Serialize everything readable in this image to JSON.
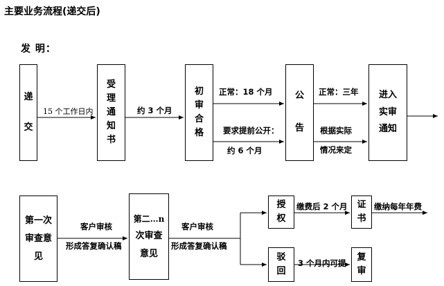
{
  "title": "主要业务流程(递交后)",
  "section": "发 明：",
  "row1": {
    "box_submit": "递交",
    "label_15days": "15 个工作日内",
    "box_accept_notice": "受理通知书",
    "label_3months": "约 3 个月",
    "box_preliminary": "初审合格",
    "label_normal_18": "正常：18 个月",
    "label_early_publish": "要求提前公开：",
    "label_6months": "约 6 个月",
    "box_publish": "公告",
    "label_normal_3years": "正常：三年",
    "label_actual_1": "根据实际",
    "label_actual_2": "情况来定",
    "box_substantive": "进入实审通知"
  },
  "row2": {
    "box_first_review": "第一次审查意见",
    "label_client_review_1": "客户审核",
    "label_form_reply_1": "形成答复确认稿",
    "box_nth_review_top": "第二…n",
    "box_nth_review_bottom": "次审查意见",
    "label_client_review_2": "客户审核",
    "label_form_reply_2": "形成答复确认稿",
    "box_grant": "授权",
    "label_pay_fee": "缴费后 2 个月",
    "box_certificate": "证书",
    "label_annual_fee": "缴纳每年年费",
    "box_reject": "驳回",
    "label_3months_appeal": "3 个月内可提",
    "box_reexam": "复审"
  }
}
